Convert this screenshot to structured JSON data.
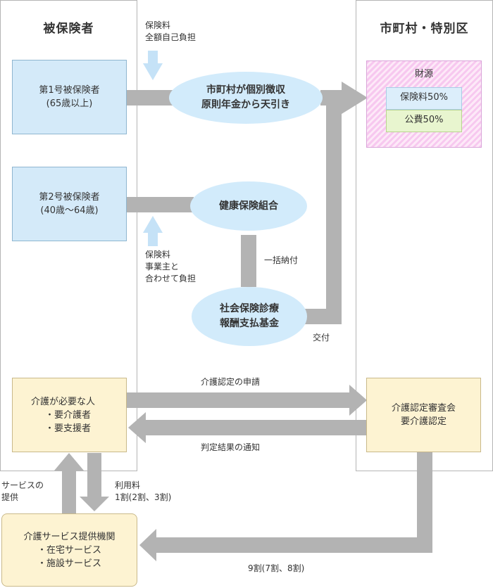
{
  "columns": {
    "insured": {
      "title": "被保険者"
    },
    "municipality": {
      "title": "市町村・特別区"
    }
  },
  "insured_boxes": {
    "type1": {
      "line1": "第1号被保険者",
      "line2": "(65歳以上)"
    },
    "type2": {
      "line1": "第2号被保険者",
      "line2": "(40歳〜64歳)"
    }
  },
  "care_needed": {
    "line1": "介護が必要な人",
    "line2": "・要介護者",
    "line3": "・要支援者"
  },
  "provider": {
    "line1": "介護サービス提供機関",
    "line2": "・在宅サービス",
    "line3": "・施設サービス"
  },
  "ellipses": {
    "municipal_collection": {
      "line1": "市町村が個別徴収",
      "line2": "原則年金から天引き"
    },
    "health_union": {
      "line1": "健康保険組合"
    },
    "payment_fund": {
      "line1": "社会保険診療",
      "line2": "報酬支払基金"
    }
  },
  "financing": {
    "title": "財源",
    "premium": "保険料50%",
    "public": "公費50%"
  },
  "committee": {
    "line1": "介護認定審査会",
    "line2": "要介護認定"
  },
  "labels": {
    "premium_self_1": "保険料",
    "premium_self_2": "全額自己負担",
    "premium_employer_1": "保険料",
    "premium_employer_2": "事業主と",
    "premium_employer_3": "合わせて負担",
    "lump_sum": "一括納付",
    "grant": "交付",
    "application": "介護認定の申請",
    "notification": "判定結果の通知",
    "service_1": "サービスの",
    "service_2": "提供",
    "fee_1": "利用料",
    "fee_2": "1割(2割、3割)",
    "ratio_90": "9割(7割、8割)"
  },
  "colors": {
    "arrow_gray": "#b3b3b3",
    "arrow_blue": "#c5e2f7",
    "blue_box": "#d4eaf9",
    "yellow_box": "#fdf3d2",
    "ellipse": "#d2ebfb"
  }
}
